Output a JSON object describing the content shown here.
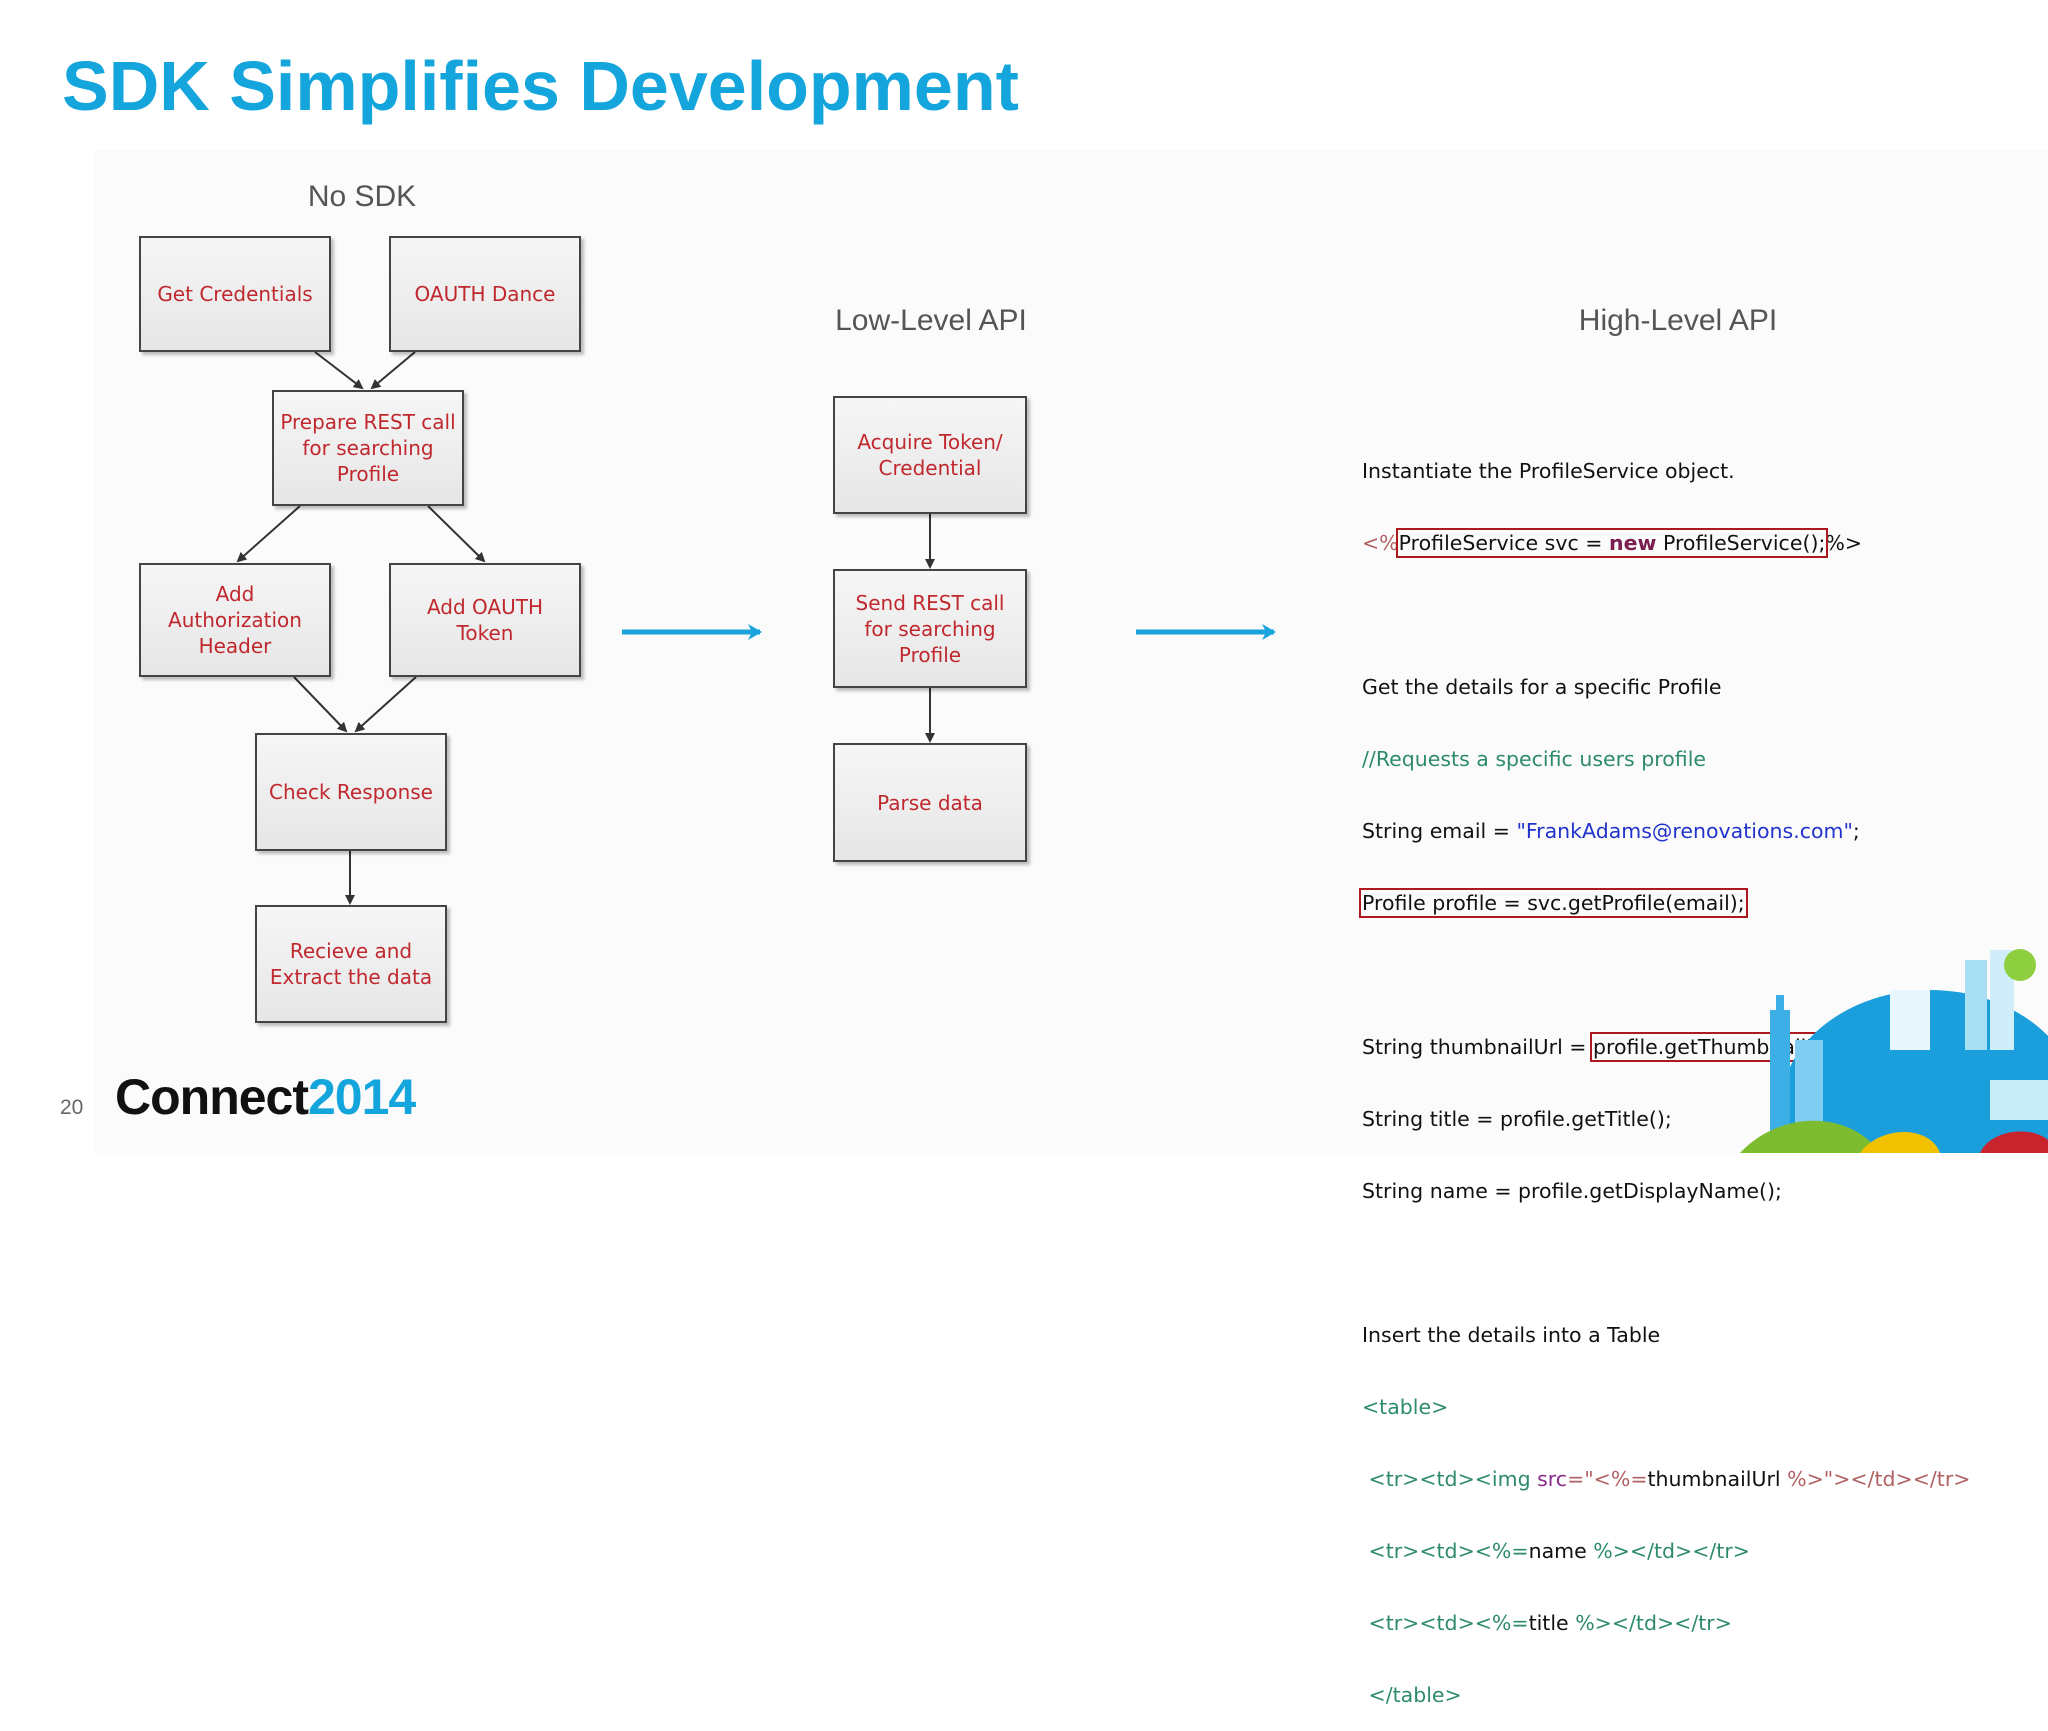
{
  "slide": {
    "title": "SDK Simplifies Development",
    "number": "20",
    "logo_word": "Connect",
    "logo_year": "2014"
  },
  "columns": {
    "no_sdk": "No SDK",
    "low_level": "Low-Level API",
    "high_level": "High-Level API"
  },
  "no_sdk_boxes": {
    "get_credentials": "Get Credentials",
    "oauth_dance": "OAUTH Dance",
    "prepare_rest": "Prepare REST call for searching Profile",
    "add_auth_header": "Add Authorization Header",
    "add_oauth_token": "Add OAUTH Token",
    "check_response": "Check Response",
    "receive_extract": "Recieve and Extract the data"
  },
  "low_level_boxes": {
    "acquire_token": "Acquire Token/ Credential",
    "send_rest": "Send REST call for searching Profile",
    "parse_data": "Parse data"
  },
  "code": {
    "l1": "Instantiate the ProfileService object.",
    "l2_open": "<%",
    "l2_a": "ProfileService svc = ",
    "l2_kw": "new",
    "l2_b": " ProfileService();",
    "l2_close": "%>",
    "l3": "Get the details for a specific Profile",
    "l4": "//Requests a specific users profile",
    "l5_a": "String email = ",
    "l5_str": "\"FrankAdams@renovations.com\"",
    "l5_b": ";",
    "l6": "Profile profile = svc.getProfile(email);",
    "l7_a": "String thumbnailUrl = ",
    "l7_b": "profile.getThumbnailUrl();",
    "l8": "String title = profile.getTitle();",
    "l9": "String name = profile.getDisplayName();",
    "l10": "Insert the details into a Table",
    "l11": "<table>",
    "l12_a": " <tr><td><img ",
    "l12_attr": "src",
    "l12_b": "=\"<%=",
    "l12_c": "thumbnailUrl",
    "l12_d": " %>\"></td></tr>",
    "l13_a": " <tr><td><%=",
    "l13_b": "name",
    "l13_c": " %></td></tr>",
    "l14_a": " <tr><td><%=",
    "l14_b": "title",
    "l14_c": " %></td></tr>",
    "l15": " </table>"
  },
  "colors": {
    "accent": "#14a5dd",
    "box_text": "#c0282e",
    "highlight": "#b01820"
  }
}
